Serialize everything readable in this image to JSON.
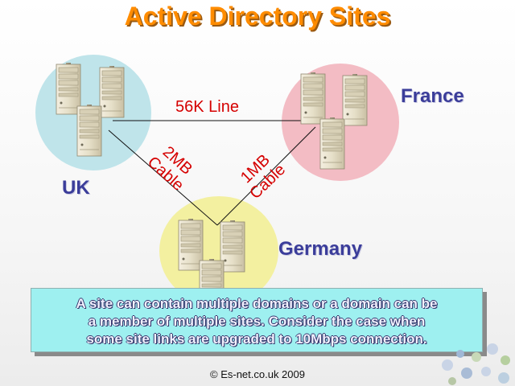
{
  "title": "Active Directory Sites",
  "sites": {
    "uk": "UK",
    "france": "France",
    "germany": "Germany"
  },
  "links": {
    "uk_france": "56K Line",
    "uk_germany": [
      "2MB",
      "Cable"
    ],
    "france_germany": [
      "1MB",
      "Cable"
    ]
  },
  "note": {
    "lines": [
      "A site can contain multiple domains or a domain can be",
      "a member of multiple sites. Consider the case when",
      "some site links are upgraded to 10Mbps connection."
    ]
  },
  "footer": "© Es-net.co.uk 2009",
  "colors": {
    "title": "#ff8c00",
    "uk_circle": "#bfe4ea",
    "france_circle": "#f3bcc4",
    "germany_circle": "#f3f0a0",
    "link_text": "#d50000",
    "site_label": "#3b3d9a",
    "note_bg": "#9ef0f0"
  }
}
